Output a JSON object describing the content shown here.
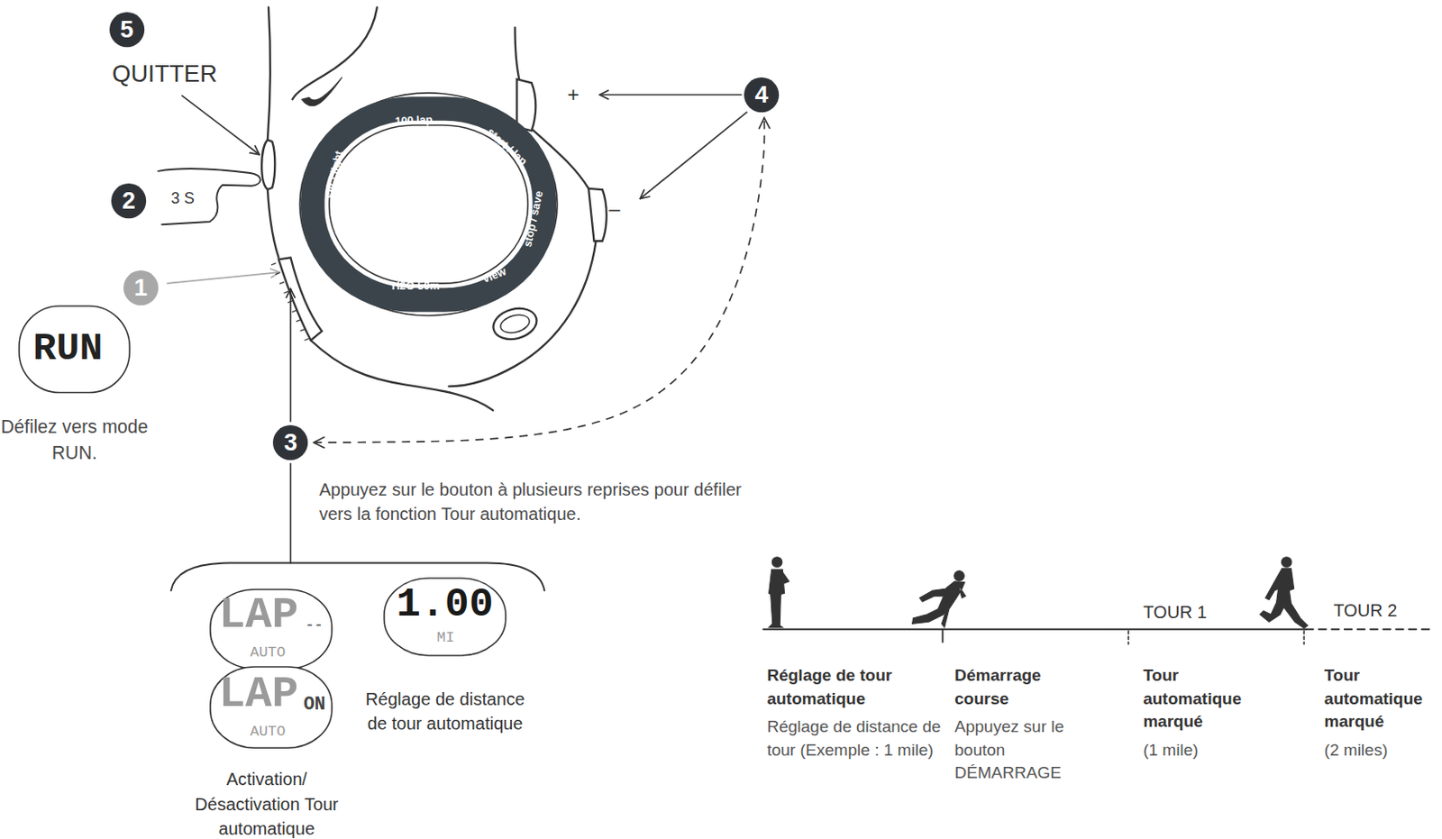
{
  "diagram": {
    "nodes": [
      {
        "text": [
          "5"
        ]
      },
      {
        "text": [
          "4"
        ]
      },
      {
        "text": [
          "2"
        ]
      },
      {
        "text": [
          "1"
        ]
      },
      {
        "text": [
          "RUN",
          "Défilez vers mode RUN."
        ]
      },
      {
        "text": [
          "3"
        ]
      },
      {
        "text": [
          "LAP",
          "--",
          "AUTO"
        ]
      },
      {
        "text": [
          "LAP",
          "ON",
          "AUTO"
        ]
      },
      {
        "text": [
          "1.00",
          "MI"
        ]
      }
    ],
    "edges": [
      {
        "from": 5,
        "to": 1,
        "arrow": "both"
      }
    ],
    "labels": [
      "QUITTER",
      "3 S",
      "+",
      "–",
      "100 lap",
      "start / lap",
      "stop / save",
      "view",
      "H2O 50m",
      "mode",
      "set / light",
      "Appuyez sur le bouton à plusieurs reprises pour défiler vers la fonction Tour automatique.",
      "Activation/ Désactivation Tour automatique",
      "Réglage de distance de tour automatique",
      "TOUR 1",
      "TOUR 2",
      "Réglage de tour automatique",
      "Réglage de distance de tour (Exemple : 1 mile)",
      "Démarrage course",
      "Appuyez sur le bouton DÉMARRAGE",
      "Tour automatique marqué",
      "(1 mile)",
      "Tour automatique marqué",
      "(2 miles)"
    ]
  }
}
